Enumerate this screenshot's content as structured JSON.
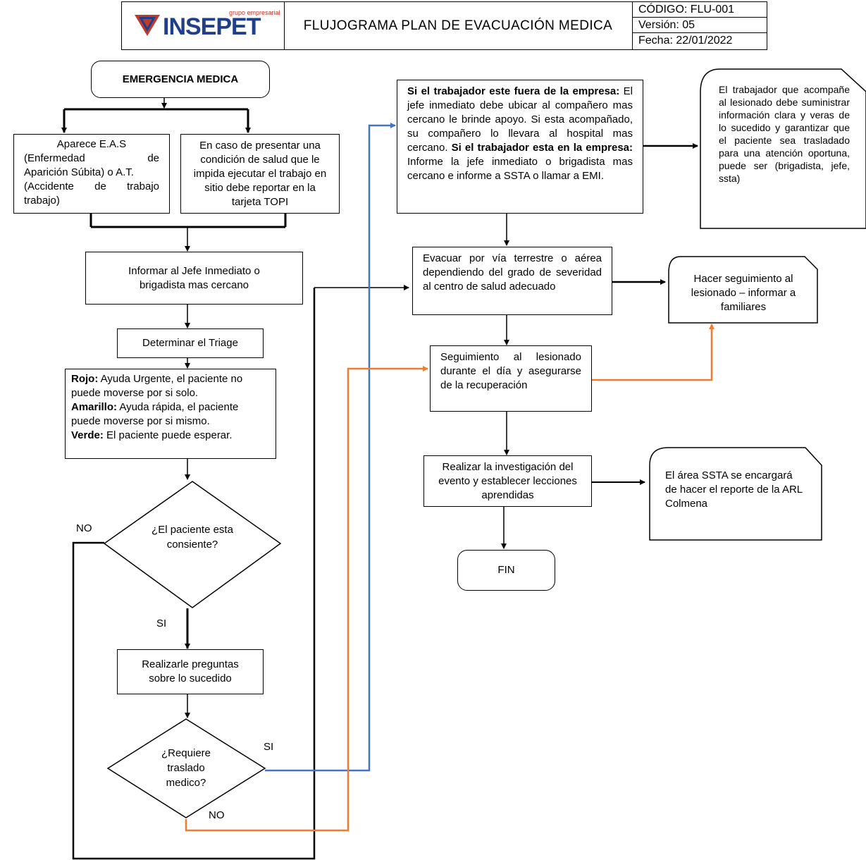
{
  "header": {
    "logo_text": "INSEPET",
    "logo_sub": "grupo empresarial",
    "title": "FLUJOGRAMA PLAN DE EVACUACIÓN MEDICA",
    "codigo": "CÓDIGO: FLU-001",
    "version": "Versión: 05",
    "fecha": "Fecha: 22/01/2022"
  },
  "nodes": {
    "emergencia": "EMERGENCIA MEDICA",
    "eas": {
      "line1": "Aparece E.A.S",
      "line2_a": "(Enfermedad",
      "line2_b": "de",
      "line3": "Aparición Súbita) o A.T.",
      "line4_a": "(Accidente",
      "line4_b": "de",
      "line4_c": "trabajo",
      "line5": "trabajo)"
    },
    "topi": "En caso de presentar una condición de salud que le impida ejecutar el trabajo en sitio debe reportar en la tarjeta TOPI",
    "informar": "Informar al Jefe Inmediato o brigadista mas cercano",
    "triage": "Determinar el Triage",
    "colores": {
      "rojo_label": "Rojo:",
      "rojo_text": " Ayuda Urgente, el paciente no puede moverse por si solo.",
      "amarillo_label": "Amarillo:",
      "amarillo_text": " Ayuda rápida, el paciente puede moverse por si mismo.",
      "verde_label": "Verde:",
      "verde_text": " El paciente puede esperar."
    },
    "consciente": "¿El paciente esta consiente?",
    "preguntas": "Realizarle preguntas sobre lo sucedido",
    "traslado": "¿Requiere traslado medico?",
    "fuera": {
      "bold1": "Si el trabajador este fuera de la empresa:",
      "text1": " El jefe inmediato debe ubicar al compañero mas cercano le brinde apoyo. Si esta acompañado, su compañero lo llevara al hospital mas cercano. ",
      "bold2": "Si el trabajador esta en la empresa:",
      "text2": " Informe la jefe inmediato o brigadista mas cercano e informe a SSTA o llamar a EMI."
    },
    "nota_acompane": "El trabajador que acompañe al lesionado debe suministrar información clara y veras de lo sucedido y garantizar que el paciente sea trasladado para una atención oportuna, puede ser (brigadista, jefe, ssta)",
    "evacuar": "Evacuar por vía terrestre o aérea dependiendo del grado de severidad al centro de salud adecuado",
    "seguimiento_fam": "Hacer seguimiento al lesionado – informar a familiares",
    "seguimiento_dia": "Seguimiento al lesionado durante el día y asegurarse de la recuperación",
    "investigacion": "Realizar la investigación del evento y establecer lecciones aprendidas",
    "ssta": "El área SSTA se encargará de hacer el reporte de la ARL Colmena",
    "fin": "FIN"
  },
  "labels": {
    "no_1": "NO",
    "si_1": "SI",
    "si_2": "SI",
    "no_2": "NO"
  },
  "colors": {
    "blue_line": "#4472c4",
    "orange_line": "#ed7d31",
    "logo_blue": "#1f3e8c",
    "logo_red": "#c0392b"
  }
}
